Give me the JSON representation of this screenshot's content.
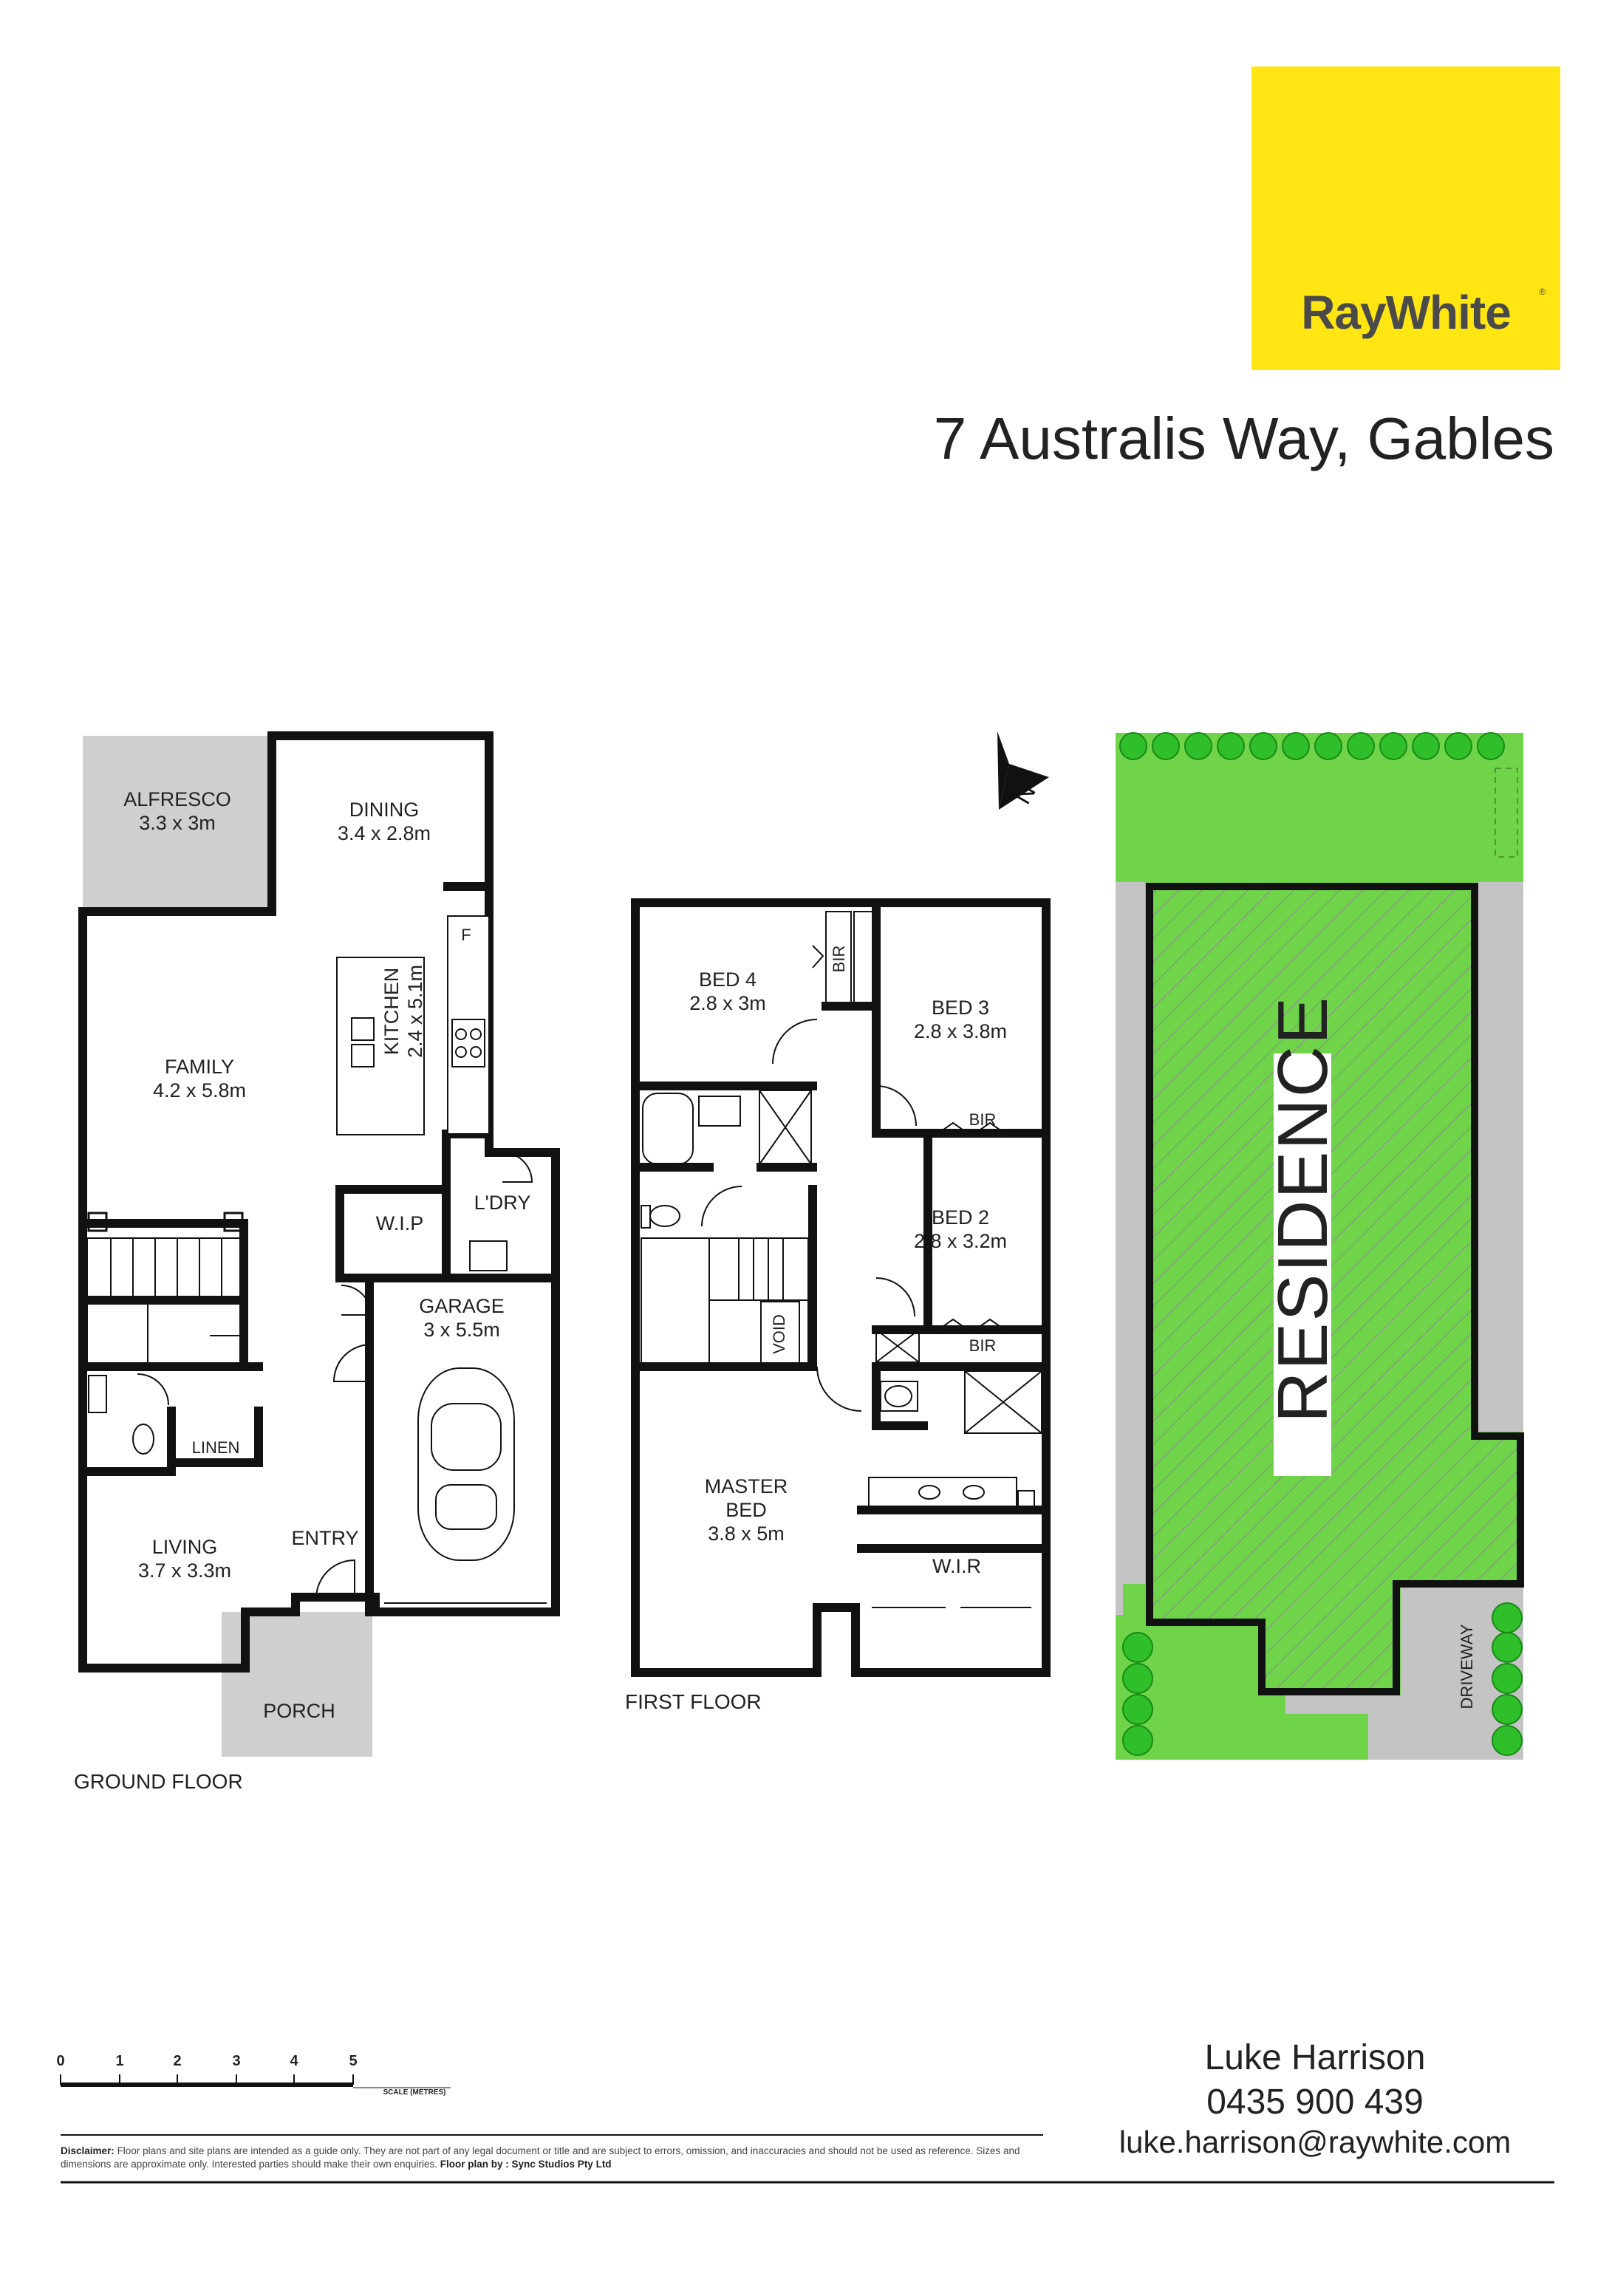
{
  "brand": {
    "name": "RayWhite",
    "reg": "®",
    "color": "#ffe512"
  },
  "property": {
    "address": "7 Australis Way, Gables"
  },
  "ground_floor": {
    "caption": "GROUND FLOOR",
    "rooms": {
      "alfresco": {
        "name": "ALFRESCO",
        "size": "3.3 x 3m"
      },
      "dining": {
        "name": "DINING",
        "size": "3.4 x 2.8m"
      },
      "kitchen": {
        "name": "KITCHEN",
        "size": "2.4 x 5.1m"
      },
      "family": {
        "name": "FAMILY",
        "size": "4.2 x 5.8m"
      },
      "wip": {
        "name": "W.I.P"
      },
      "laundry": {
        "name": "L'DRY"
      },
      "garage": {
        "name": "GARAGE",
        "size": "3 x 5.5m"
      },
      "linen": {
        "name": "LINEN"
      },
      "living": {
        "name": "LIVING",
        "size": "3.7 x 3.3m"
      },
      "entry": {
        "name": "ENTRY"
      },
      "porch": {
        "name": "PORCH"
      },
      "fridge": {
        "name": "F"
      }
    }
  },
  "first_floor": {
    "caption": "FIRST FLOOR",
    "rooms": {
      "bed4": {
        "name": "BED 4",
        "size": "2.8 x 3m"
      },
      "bir_top": {
        "name": "BIR"
      },
      "bed3": {
        "name": "BED 3",
        "size": "2.8 x 3.8m"
      },
      "bir_bed3": {
        "name": "BIR"
      },
      "bed2": {
        "name": "BED 2",
        "size": "2.8 x 3.2m"
      },
      "bir_bed2": {
        "name": "BIR"
      },
      "void": {
        "name": "VOID"
      },
      "master": {
        "name": "MASTER",
        "name2": "BED",
        "size": "3.8 x 5m"
      },
      "wir": {
        "name": "W.I.R"
      }
    }
  },
  "site_plan": {
    "residence": "RESIDENCE",
    "driveway": "DRIVEWAY"
  },
  "scale_bar": {
    "ticks": [
      "0",
      "1",
      "2",
      "3",
      "4",
      "5"
    ],
    "label": "SCALE (METRES)"
  },
  "agent": {
    "name": "Luke Harrison",
    "phone": "0435 900 439",
    "email": "luke.harrison@raywhite.com"
  },
  "disclaimer": {
    "label": "Disclaimer:",
    "text": "Floor plans and site plans are intended as a guide only. They are not part of any legal document or title and are subject to errors, omission, and inaccuracies and should not be used as reference. Sizes and dimensions are approximate only. Interested parties should make their own enquiries.",
    "credit": "Floor plan by : Sync Studios Pty Ltd"
  },
  "colors": {
    "wall": "#111111",
    "grey_area": "#cfcfcf",
    "lawn": "#6fd44a",
    "hedge": "#2fbf2a",
    "hatch": "#8a8a8a"
  }
}
